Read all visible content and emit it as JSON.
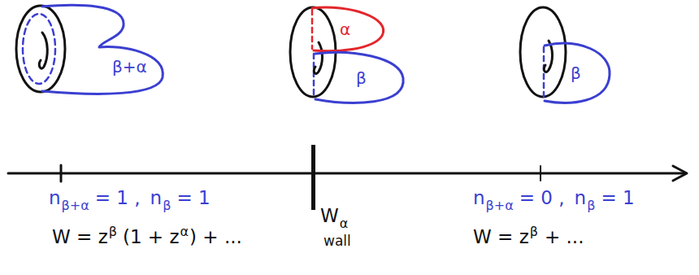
{
  "diagram": {
    "labels": [
      "β+α",
      "α",
      "β",
      "β",
      "n",
      "β+α",
      "= 1 ,",
      "n",
      "β",
      "= 1",
      "W = z",
      "β",
      "(1 + z",
      "α",
      ") + ...",
      "W",
      "α",
      "wall",
      "n",
      "β+α",
      "= 0 ,",
      "n",
      "β",
      "= 1",
      "W = z",
      "β",
      "+ ..."
    ]
  }
}
